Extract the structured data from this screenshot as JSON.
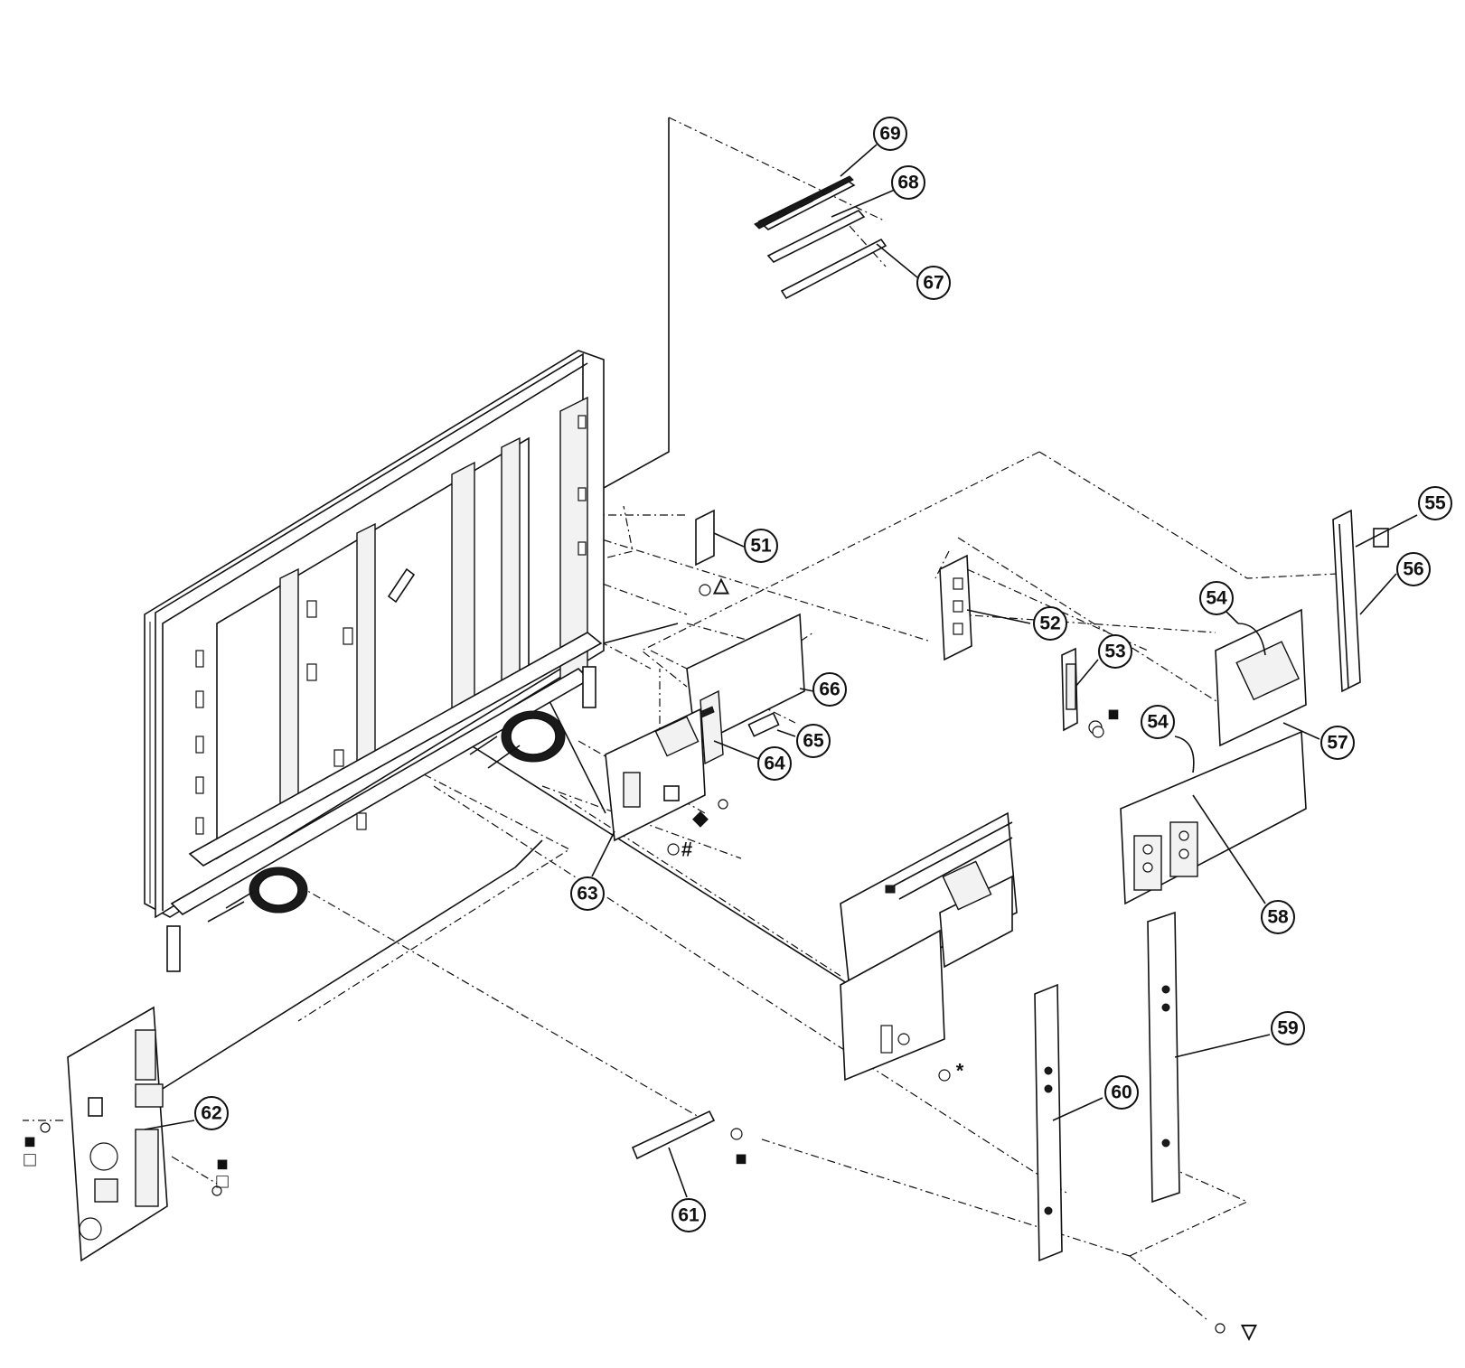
{
  "callouts": [
    "51",
    "52",
    "53",
    "54",
    "54",
    "55",
    "56",
    "57",
    "58",
    "59",
    "60",
    "61",
    "62",
    "63",
    "64",
    "65",
    "66",
    "67",
    "68",
    "69"
  ],
  "symbols": {
    "triangle_open": "△",
    "triangle_down": "▽",
    "square_filled": "■",
    "square_open": "□",
    "diamond_filled": "◆",
    "hash": "#",
    "asterisk": "*"
  }
}
